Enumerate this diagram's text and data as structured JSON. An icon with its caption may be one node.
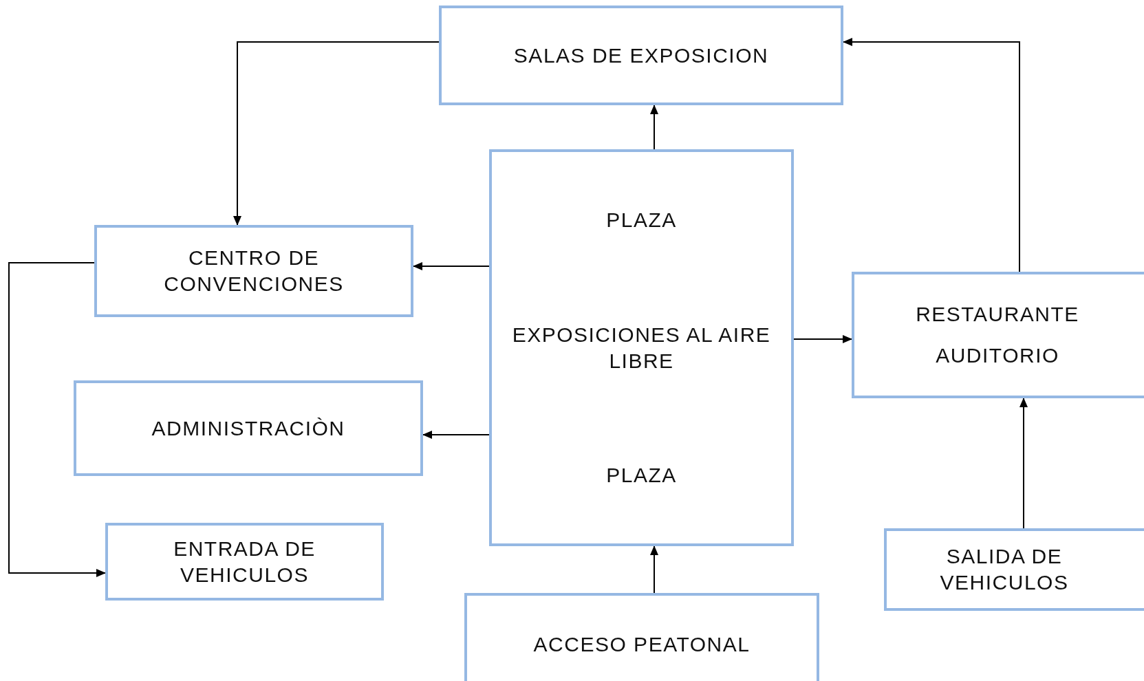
{
  "diagram": {
    "nodes": [
      {
        "text": [
          "SALAS DE EXPOSICION"
        ]
      },
      {
        "text": [
          "PLAZA",
          "EXPOSICIONES AL AIRE LIBRE",
          "PLAZA"
        ]
      },
      {
        "text": [
          "CENTRO DE CONVENCIONES"
        ]
      },
      {
        "text": [
          "RESTAURANTE",
          "AUDITORIO"
        ]
      },
      {
        "text": [
          "ADMINISTRACIÒN"
        ]
      },
      {
        "text": [
          "ENTRADA DE VEHICULOS"
        ]
      },
      {
        "text": [
          "SALIDA DE VEHICULOS"
        ]
      },
      {
        "text": [
          "ACCESO PEATONAL"
        ]
      }
    ],
    "edges": [
      {
        "from": 1,
        "to": 0,
        "arrow": "to"
      },
      {
        "from": 0,
        "to": 2,
        "arrow": "to"
      },
      {
        "from": 1,
        "to": 2,
        "arrow": "to"
      },
      {
        "from": 1,
        "to": 3,
        "arrow": "to"
      },
      {
        "from": 3,
        "to": 0,
        "arrow": "to"
      },
      {
        "from": 1,
        "to": 4,
        "arrow": "to"
      },
      {
        "from": 2,
        "to": 5,
        "arrow": "to"
      },
      {
        "from": 7,
        "to": 1,
        "arrow": "to"
      },
      {
        "from": 6,
        "to": 3,
        "arrow": "to"
      }
    ]
  }
}
